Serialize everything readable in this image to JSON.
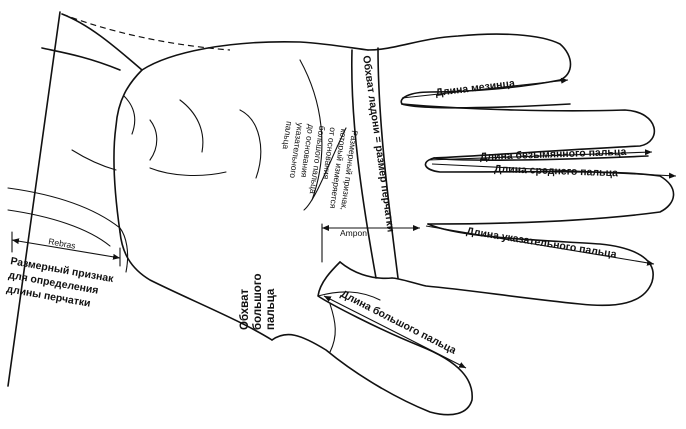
{
  "labels": {
    "little_finger_length": "Длина мезинца",
    "palm_girth": "Обхват ладони = размер перчатки",
    "ring_finger_length": "Длина безымянного пальца",
    "middle_finger_length": "Длина среднего пальца",
    "index_finger_length": "Длина указательного пальца",
    "thumb_length": "Длина большого пальца",
    "thumb_girth_line1": "Обхват",
    "thumb_girth_line2": "большого",
    "thumb_girth_line3": "пальца",
    "ampon": "Ampon",
    "rebras": "Rebras",
    "glove_length_line1": "Размерный признак",
    "glove_length_line2": "для определения",
    "glove_length_line3": "длины перчатки",
    "note_line1": "Размерный признак,",
    "note_line2": "который измеряется",
    "note_line3": "от основания",
    "note_line4": "большого пальца",
    "note_line5": "до основания",
    "note_line6": "указательного",
    "note_line7": "пальца"
  }
}
